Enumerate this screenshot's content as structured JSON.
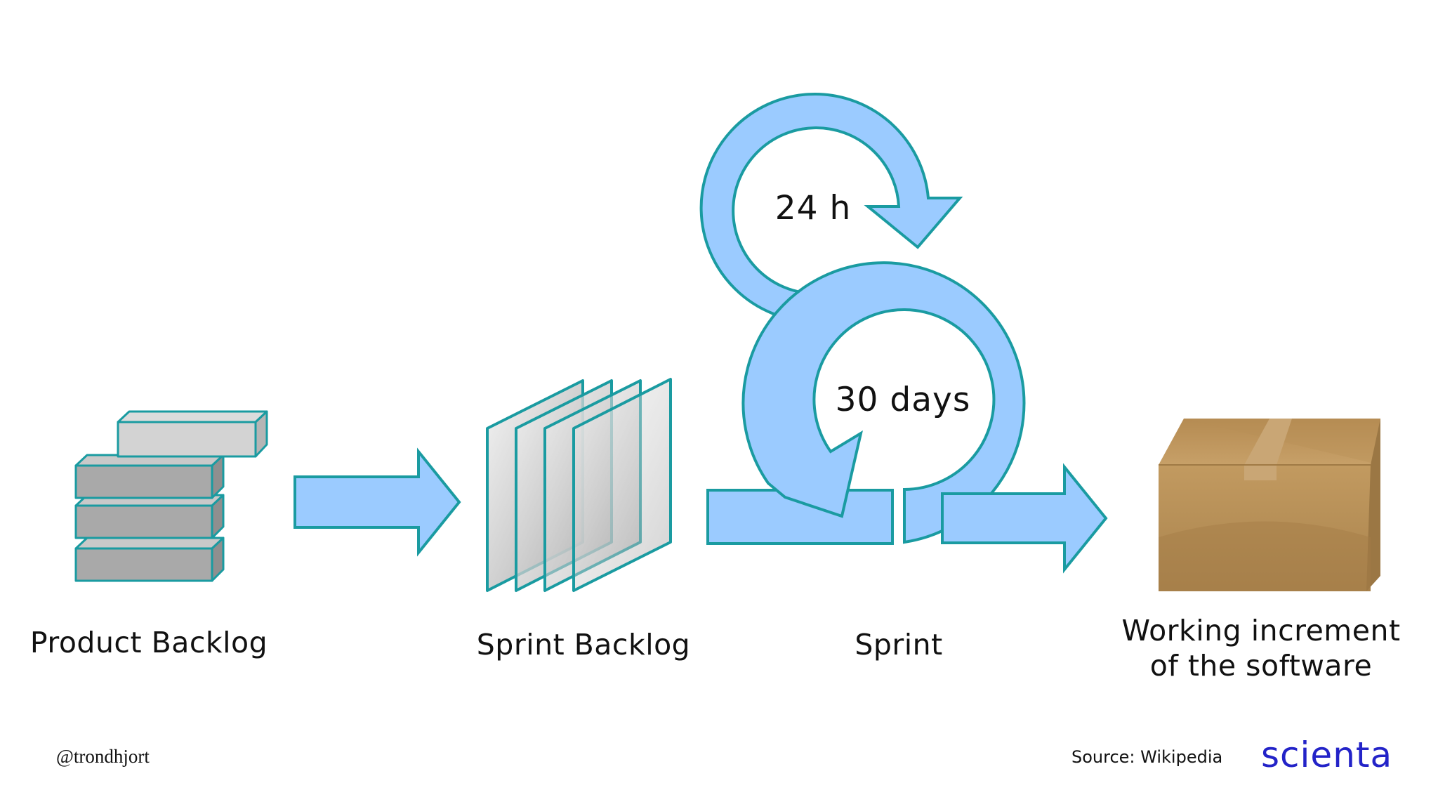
{
  "stages": {
    "product_backlog": "Product Backlog",
    "sprint_backlog": "Sprint Backlog",
    "sprint": "Sprint",
    "increment_line1": "Working increment",
    "increment_line2": "of the software"
  },
  "cycles": {
    "daily": "24 h",
    "sprint": "30 days"
  },
  "footer": {
    "handle": "@trondhjort",
    "source": "Source: Wikipedia",
    "brand": "scienta"
  },
  "colors": {
    "arrow_fill": "#9bcbff",
    "arrow_stroke": "#1a9ba1",
    "box_outline": "#1a9ba1",
    "cardboard": "#b88f55",
    "brand": "#2323c8"
  }
}
